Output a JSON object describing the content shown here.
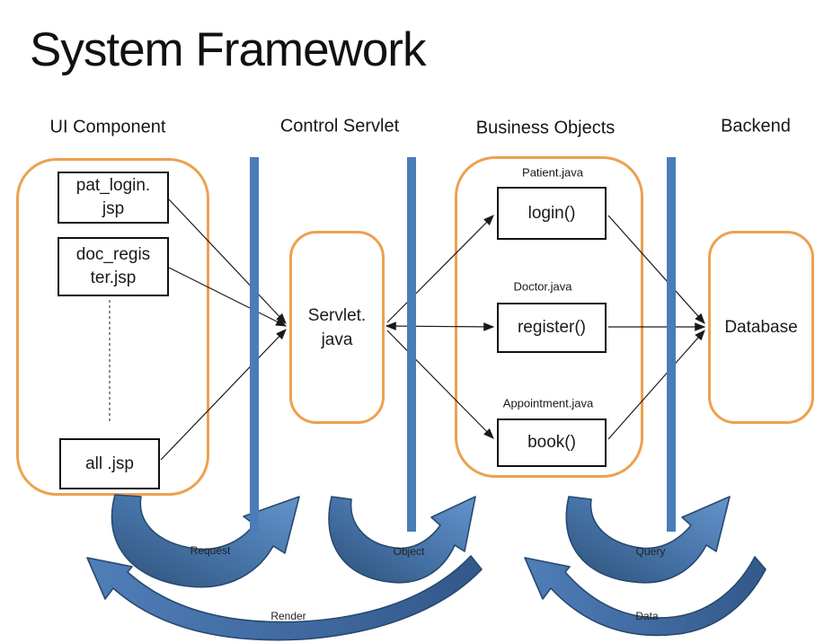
{
  "title": "System Framework",
  "headers": {
    "ui": "UI Component",
    "control": "Control Servlet",
    "business": "Business Objects",
    "backend": "Backend"
  },
  "ui_group": {
    "pat_login": {
      "line1": "pat_login.",
      "line2": "jsp"
    },
    "doc_register": {
      "line1": "doc_regis",
      "line2": "ter.jsp"
    },
    "all_jsp": {
      "label": "all .jsp"
    }
  },
  "control_group": {
    "servlet": {
      "line1": "Servlet.",
      "line2": "java"
    }
  },
  "business_group": {
    "patient_class": "Patient.java",
    "login_method": "login()",
    "doctor_class": "Doctor.java",
    "register_method": "register()",
    "appointment_class": "Appointment.java",
    "book_method": "book()"
  },
  "backend_group": {
    "database": "Database"
  },
  "flows": {
    "request": "Request",
    "object": "Object",
    "query": "Query",
    "render": "Render",
    "data": "Data"
  },
  "colors": {
    "accent_orange": "#EDA14F",
    "bar_blue": "#4A7CB8",
    "arrow_blue": "#4F81BD",
    "arrow_dark_blue": "#2E5179",
    "arrow_stroke": "#27496F",
    "line_black": "#1a1a1a"
  }
}
